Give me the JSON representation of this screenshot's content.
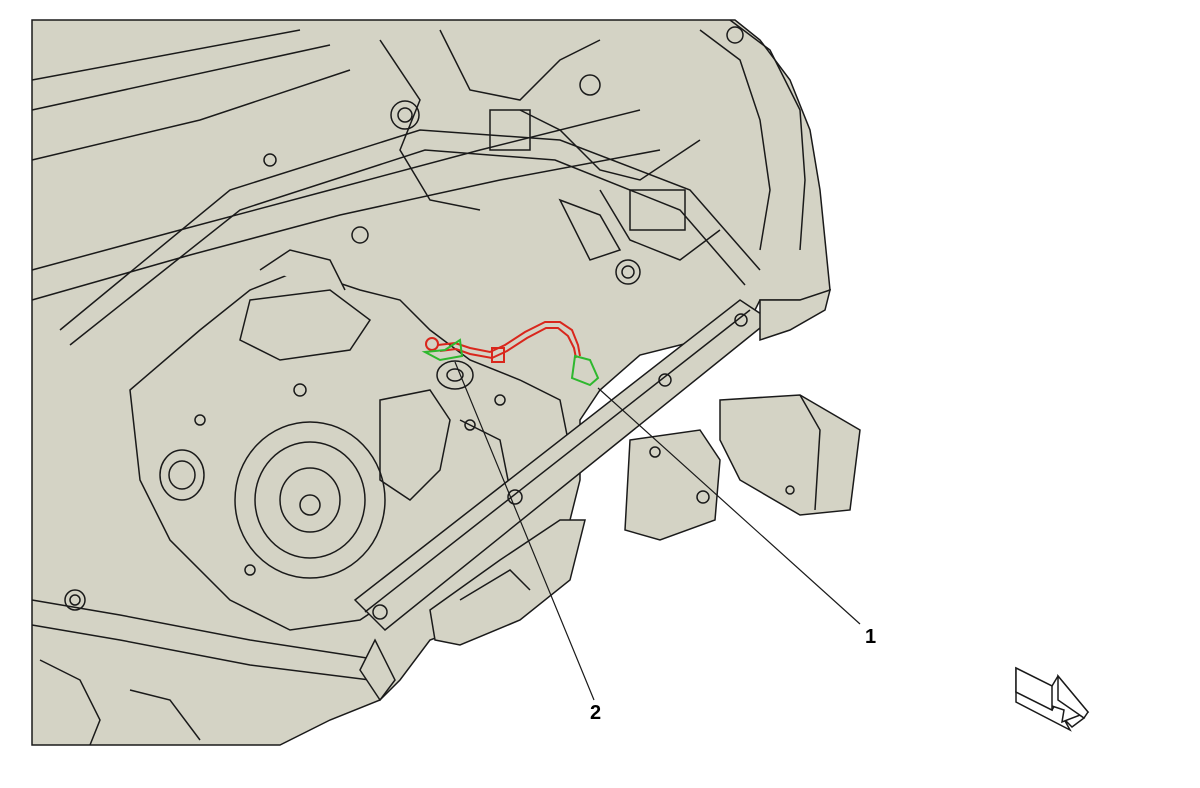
{
  "colors": {
    "background": "#ffffff",
    "panel_fill": "#d4d3c5",
    "outline": "#1a1a1a",
    "highlight_hose": "#d9261c",
    "highlight_bracket": "#2eb82e"
  },
  "callouts": [
    {
      "id": "1",
      "label": "1"
    },
    {
      "id": "2",
      "label": "2"
    }
  ],
  "orientation_arrow": {
    "icon": "direction-arrow-icon"
  }
}
